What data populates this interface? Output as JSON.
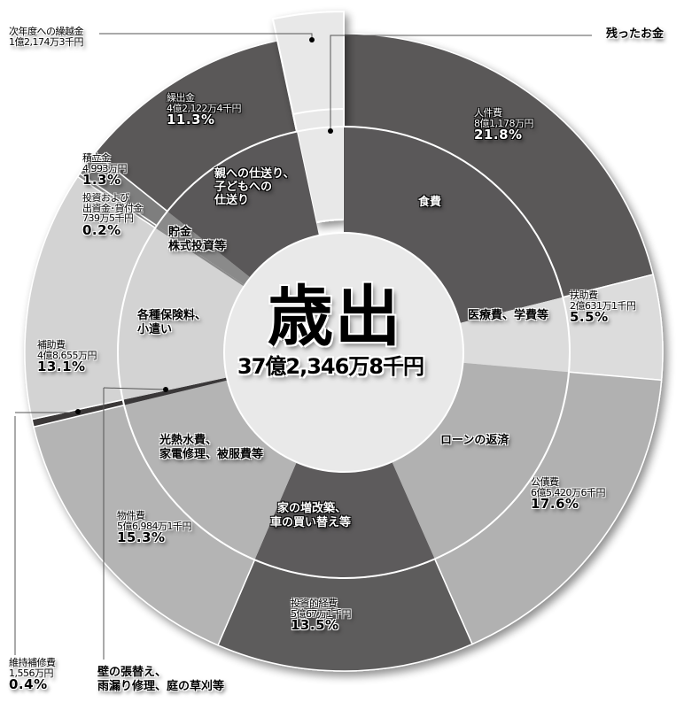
{
  "chart_data": {
    "type": "pie",
    "subtype": "two-level donut (sunburst)",
    "title": "歳出",
    "total": "37億2,346万8千円",
    "outer_ring": [
      {
        "name": "人件費",
        "amount": "8億1,178万円",
        "percent": 21.8,
        "percent_label": "21.8%",
        "color": "#5a5859",
        "inner_group": "食費"
      },
      {
        "name": "扶助費",
        "amount": "2億631万1千円",
        "percent": 5.5,
        "percent_label": "5.5%",
        "color": "#dcdcdc",
        "inner_group": "医療費、学費等"
      },
      {
        "name": "公債費",
        "amount": "6億5,420万6千円",
        "percent": 17.6,
        "percent_label": "17.6%",
        "color": "#b1b1b1",
        "inner_group": "ローンの返済"
      },
      {
        "name": "投資的経費",
        "amount": "5億67万1千円",
        "percent": 13.5,
        "percent_label": "13.5%",
        "color": "#5d5b5c",
        "inner_group": "家の増改築、車の買い替え等"
      },
      {
        "name": "物件費",
        "amount": "5億6,984万1千円",
        "percent": 15.3,
        "percent_label": "15.3%",
        "color": "#b4b4b4",
        "inner_group": "光熱水費、家電修理、被服費等"
      },
      {
        "name": "維持補修費",
        "amount": "1,556万円",
        "percent": 0.4,
        "percent_label": "0.4%",
        "color": "#3a3839",
        "inner_group": "壁の張替え、雨漏り修理、庭の草刈等"
      },
      {
        "name": "補助費",
        "amount": "4億8,655万円",
        "percent": 13.1,
        "percent_label": "13.1%",
        "color": "#d3d3d3",
        "inner_group": "各種保険料、小遣い"
      },
      {
        "name": "投資および出資金・貸付金",
        "amount": "739万5千円",
        "percent": 0.2,
        "percent_label": "0.2%",
        "color": "#8a8a8a",
        "inner_group": "貯金 株式投資等"
      },
      {
        "name": "積立金",
        "amount": "4,993万円",
        "percent": 1.3,
        "percent_label": "1.3%",
        "color": "#7e7e7e",
        "inner_group": "貯金 株式投資等"
      },
      {
        "name": "繰出金",
        "amount": "4億2,122万4千円",
        "percent": 11.3,
        "percent_label": "11.3%",
        "color": "#5a5859",
        "inner_group": "親への仕送り、子どもへの仕送り"
      }
    ],
    "exploded_slice": {
      "name": "次年度への繰越金",
      "amount": "1億2,174万3千円",
      "inner_group": "残ったお金",
      "color": "#e8e8e8"
    },
    "inner_ring": [
      {
        "name": "食費",
        "covers": [
          "人件費"
        ]
      },
      {
        "name": "医療費、学費等",
        "covers": [
          "扶助費"
        ]
      },
      {
        "name": "ローンの返済",
        "covers": [
          "公債費"
        ]
      },
      {
        "name": "家の増改築、車の買い替え等",
        "covers": [
          "投資的経費"
        ]
      },
      {
        "name": "光熱水費、家電修理、被服費等",
        "covers": [
          "物件費"
        ]
      },
      {
        "name": "壁の張替え、雨漏り修理、庭の草刈等",
        "covers": [
          "維持補修費"
        ]
      },
      {
        "name": "各種保険料、小遣い",
        "covers": [
          "補助費"
        ]
      },
      {
        "name": "貯金 株式投資等",
        "covers": [
          "投資および出資金・貸付金",
          "積立金"
        ]
      },
      {
        "name": "親への仕送り、子どもへの仕送り",
        "covers": [
          "繰出金"
        ]
      },
      {
        "name": "残ったお金",
        "covers": [
          "次年度への繰越金"
        ]
      }
    ],
    "legend_position": "none (labels placed on slices)"
  },
  "center": {
    "title": "歳出",
    "total": "37億2,346万8千円"
  },
  "labels": {
    "jinken": {
      "name": "人件費",
      "amount": "8億1,178万円",
      "pct": "21.8%"
    },
    "fujo": {
      "name": "扶助費",
      "amount": "2億631万1千円",
      "pct": "5.5%"
    },
    "kosai": {
      "name": "公債費",
      "amount": "6億5,420万6千円",
      "pct": "17.6%"
    },
    "toushiteki": {
      "name": "投資的経費",
      "amount": "5億67万1千円",
      "pct": "13.5%"
    },
    "buken": {
      "name": "物件費",
      "amount": "5億6,984万1千円",
      "pct": "15.3%"
    },
    "iji": {
      "name": "維持補修費",
      "amount": "1,556万円",
      "pct": "0.4%"
    },
    "hojo": {
      "name": "補助費",
      "amount": "4億8,655万円",
      "pct": "13.1%"
    },
    "toushi_shusshi": {
      "name1": "投資および",
      "name2": "出資金･貸付金",
      "amount": "739万5千円",
      "pct": "0.2%"
    },
    "tsumitate": {
      "name": "積立金",
      "amount": "4,993万円",
      "pct": "1.3%"
    },
    "kuridashi": {
      "name": "繰出金",
      "amount": "4億2,122万4千円",
      "pct": "11.3%"
    },
    "kurikoshi": {
      "name": "次年度への繰越金",
      "amount": "1億2,174万3千円"
    },
    "nokotta": "残ったお金"
  },
  "inner_labels": {
    "shokuhi": "食費",
    "iryou": "医療費、学費等",
    "loan": "ローンの返済",
    "ie1": "家の増改築、",
    "ie2": "車の買い替え等",
    "kounetsu1": "光熱水費、",
    "kounetsu2": "家電修理、被服費等",
    "kabe1": "壁の張替え、",
    "kabe2": "雨漏り修理、庭の草刈等",
    "hoken1": "各種保険料、",
    "hoken2": "小遣い",
    "chokin1": "貯金",
    "chokin2": "株式投資等",
    "shiokuri1": "親への仕送り、",
    "shiokuri2": "子どもへの",
    "shiokuri3": "仕送り"
  }
}
